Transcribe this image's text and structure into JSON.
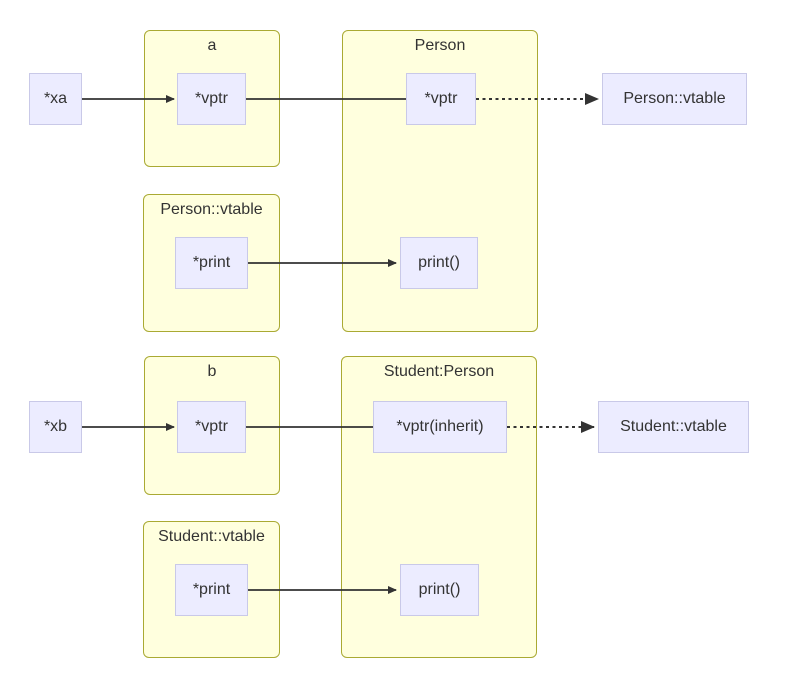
{
  "diagram": {
    "kind": "cpp-vtable-memory-diagram",
    "colors": {
      "background": "#ffffff",
      "cluster_fill": "#ffffde",
      "cluster_border": "#aaaa33",
      "node_fill": "#ECECFF",
      "node_border": "#c9c9e8",
      "edge": "#333333",
      "text": "#333333"
    },
    "clusters": {
      "a": {
        "title": "a"
      },
      "person": {
        "title": "Person"
      },
      "person_vtable": {
        "title": "Person::vtable"
      },
      "b": {
        "title": "b"
      },
      "student_person": {
        "title": "Student:Person"
      },
      "student_vtable": {
        "title": "Student::vtable"
      }
    },
    "nodes": {
      "xa": {
        "label": "*xa"
      },
      "vptr_a": {
        "label": "*vptr"
      },
      "vptr_person": {
        "label": "*vptr"
      },
      "person_vtable_ref": {
        "label": "Person::vtable"
      },
      "print_ptr_person": {
        "label": "*print"
      },
      "print_fn_person": {
        "label": "print()"
      },
      "xb": {
        "label": "*xb"
      },
      "vptr_b": {
        "label": "*vptr"
      },
      "vptr_inherit": {
        "label": "*vptr(inherit)"
      },
      "student_vtable_ref": {
        "label": "Student::vtable"
      },
      "print_ptr_student": {
        "label": "*print"
      },
      "print_fn_student": {
        "label": "print()"
      }
    },
    "edges": [
      {
        "from": "xa",
        "to": "vptr_a",
        "style": "solid",
        "arrow": true
      },
      {
        "from": "vptr_a",
        "to": "vptr_person",
        "style": "solid",
        "arrow": false
      },
      {
        "from": "vptr_person",
        "to": "person_vtable_ref",
        "style": "dotted",
        "arrow": true
      },
      {
        "from": "print_ptr_person",
        "to": "print_fn_person",
        "style": "solid",
        "arrow": true
      },
      {
        "from": "xb",
        "to": "vptr_b",
        "style": "solid",
        "arrow": true
      },
      {
        "from": "vptr_b",
        "to": "vptr_inherit",
        "style": "solid",
        "arrow": false
      },
      {
        "from": "vptr_inherit",
        "to": "student_vtable_ref",
        "style": "dotted",
        "arrow": true
      },
      {
        "from": "print_ptr_student",
        "to": "print_fn_student",
        "style": "solid",
        "arrow": true
      }
    ]
  }
}
